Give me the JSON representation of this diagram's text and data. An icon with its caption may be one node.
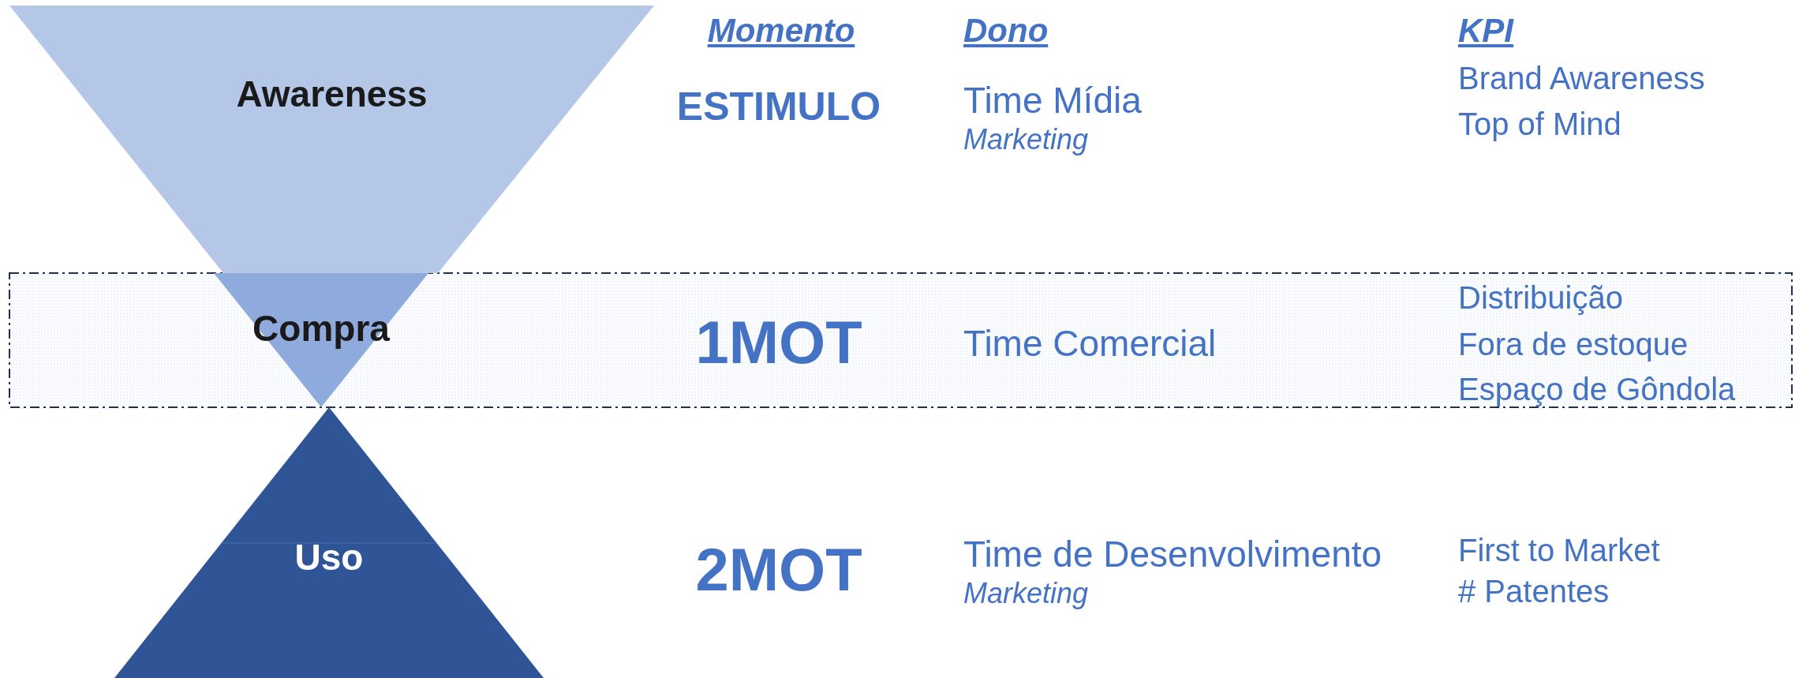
{
  "diagram": {
    "nodes": [
      {
        "text": [
          "Awareness"
        ]
      },
      {
        "text": [
          "Compra"
        ]
      },
      {
        "text": [
          "Uso"
        ]
      }
    ],
    "labels": [
      "Momento",
      "Dono",
      "KPI",
      "ESTIMULO",
      "Time Mídia",
      "Marketing",
      "Brand Awareness",
      "Top of Mind",
      "Distribuição",
      "1MOT",
      "Time Comercial",
      "Fora de estoque",
      "Espaço de Gôndola",
      "2MOT",
      "Time de Desenvolvimento",
      "First to Market",
      "Marketing",
      "# Patentes"
    ]
  }
}
